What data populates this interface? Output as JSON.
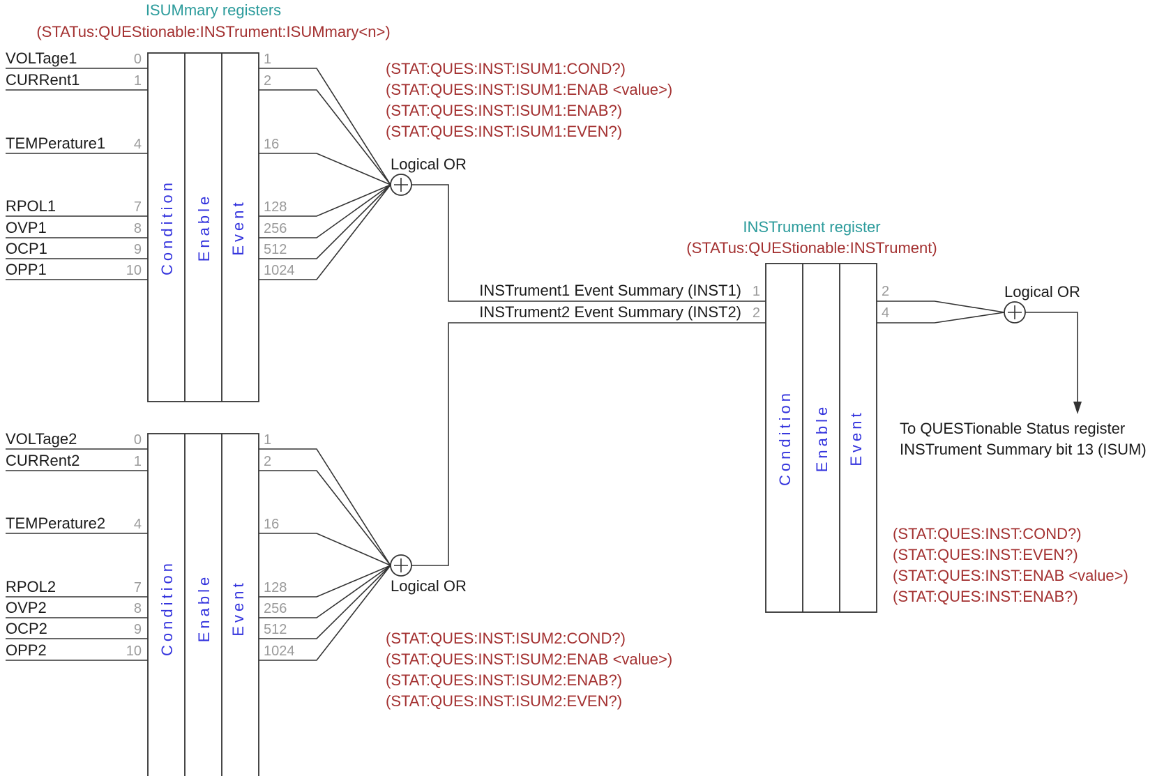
{
  "isummary": {
    "title": "ISUMmary registers",
    "subtitle": "(STATus:QUEStionable:INSTrument:ISUMmary<n>)"
  },
  "columns": {
    "condition": "Condition",
    "enable": "Enable",
    "event": "Event"
  },
  "or_label": "Logical OR",
  "group1": {
    "inputs": [
      {
        "label": "VOLTage1",
        "bit": "0",
        "value": "1"
      },
      {
        "label": "CURRent1",
        "bit": "1",
        "value": "2"
      },
      {
        "label": "TEMPerature1",
        "bit": "4",
        "value": "16"
      },
      {
        "label": "RPOL1",
        "bit": "7",
        "value": "128"
      },
      {
        "label": "OVP1",
        "bit": "8",
        "value": "256"
      },
      {
        "label": "OCP1",
        "bit": "9",
        "value": "512"
      },
      {
        "label": "OPP1",
        "bit": "10",
        "value": "1024"
      }
    ],
    "commands": [
      "(STAT:QUES:INST:ISUM1:COND?)",
      "(STAT:QUES:INST:ISUM1:ENAB <value>)",
      "(STAT:QUES:INST:ISUM1:ENAB?)",
      "(STAT:QUES:INST:ISUM1:EVEN?)"
    ]
  },
  "group2": {
    "inputs": [
      {
        "label": "VOLTage2",
        "bit": "0",
        "value": "1"
      },
      {
        "label": "CURRent2",
        "bit": "1",
        "value": "2"
      },
      {
        "label": "TEMPerature2",
        "bit": "4",
        "value": "16"
      },
      {
        "label": "RPOL2",
        "bit": "7",
        "value": "128"
      },
      {
        "label": "OVP2",
        "bit": "8",
        "value": "256"
      },
      {
        "label": "OCP2",
        "bit": "9",
        "value": "512"
      },
      {
        "label": "OPP2",
        "bit": "10",
        "value": "1024"
      }
    ],
    "commands": [
      "(STAT:QUES:INST:ISUM2:COND?)",
      "(STAT:QUES:INST:ISUM2:ENAB <value>)",
      "(STAT:QUES:INST:ISUM2:ENAB?)",
      "(STAT:QUES:INST:ISUM2:EVEN?)"
    ]
  },
  "instrument": {
    "title": "INSTrument register",
    "subtitle": "(STATus:QUEStionable:INSTrument)",
    "inputs": [
      {
        "label": "INSTrument1 Event Summary (INST1)",
        "bit": "1",
        "value": "2"
      },
      {
        "label": "INSTrument2 Event Summary (INST2)",
        "bit": "2",
        "value": "4"
      }
    ],
    "commands": [
      "(STAT:QUES:INST:COND?)",
      "(STAT:QUES:INST:EVEN?)",
      "(STAT:QUES:INST:ENAB <value>)",
      "(STAT:QUES:INST:ENAB?)"
    ]
  },
  "output": {
    "line1": "To QUESTionable Status register",
    "line2": "INSTrument Summary bit 13 (ISUM)"
  }
}
